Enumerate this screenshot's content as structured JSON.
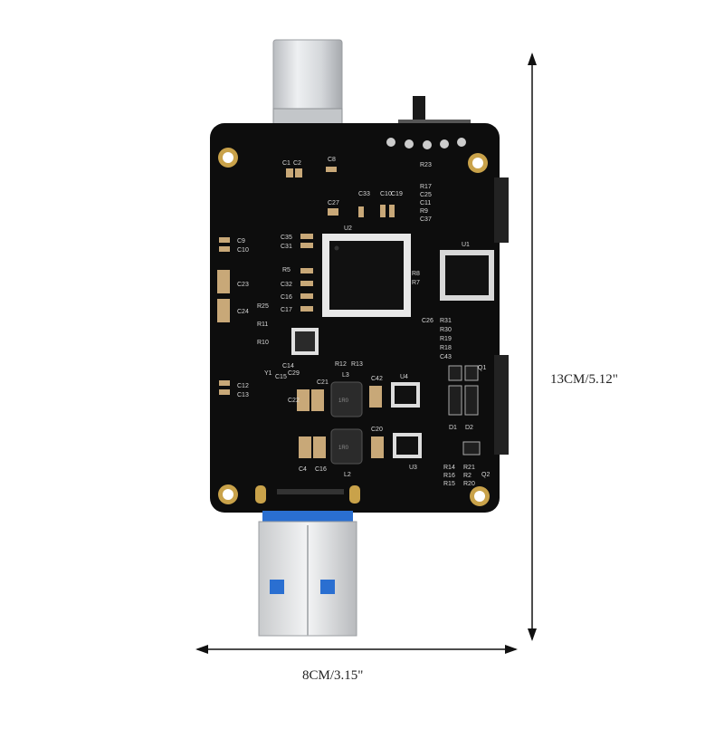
{
  "dimensions": {
    "height_label": "13CM/5.12\"",
    "width_label": "8CM/3.15\""
  },
  "silkscreen": {
    "c1": "C1",
    "c2": "C2",
    "c8": "C8",
    "r23": "R23",
    "r17": "R17",
    "c25": "C25",
    "c11": "C11",
    "r9": "R9",
    "c37": "C37",
    "c27": "C27",
    "c33": "C33",
    "c10a": "C10",
    "c19": "C19",
    "u2": "U2",
    "u1": "U1",
    "c9": "C9",
    "c10b": "C10",
    "c35": "C35",
    "c31": "C31",
    "r5": "R5",
    "c32": "C32",
    "c16a": "C16",
    "c17": "C17",
    "c23": "C23",
    "c24": "C24",
    "r25": "R25",
    "r11": "R11",
    "r10": "R10",
    "r8": "R8",
    "r7": "R7",
    "c26": "C26",
    "r31": "R31",
    "r30": "R30",
    "r19": "R19",
    "r18": "R18",
    "c43": "C43",
    "r12": "R12",
    "r13": "R13",
    "y1": "Y1",
    "c14": "C14",
    "c15": "C15",
    "c29": "C29",
    "l3": "L3",
    "c21": "C21",
    "c42": "C42",
    "u4": "U4",
    "c22": "C22",
    "c12": "C12",
    "c13": "C13",
    "q1": "Q1",
    "d1": "D1",
    "d2": "D2",
    "c20": "C20",
    "c4": "C4",
    "c16b": "C16",
    "l2": "L2",
    "u3": "U3",
    "r14": "R14",
    "r16": "R16",
    "r15": "R15",
    "r21": "R21",
    "r2": "R2",
    "r20": "R20",
    "q2": "Q2",
    "inductor_code": "1R0"
  }
}
